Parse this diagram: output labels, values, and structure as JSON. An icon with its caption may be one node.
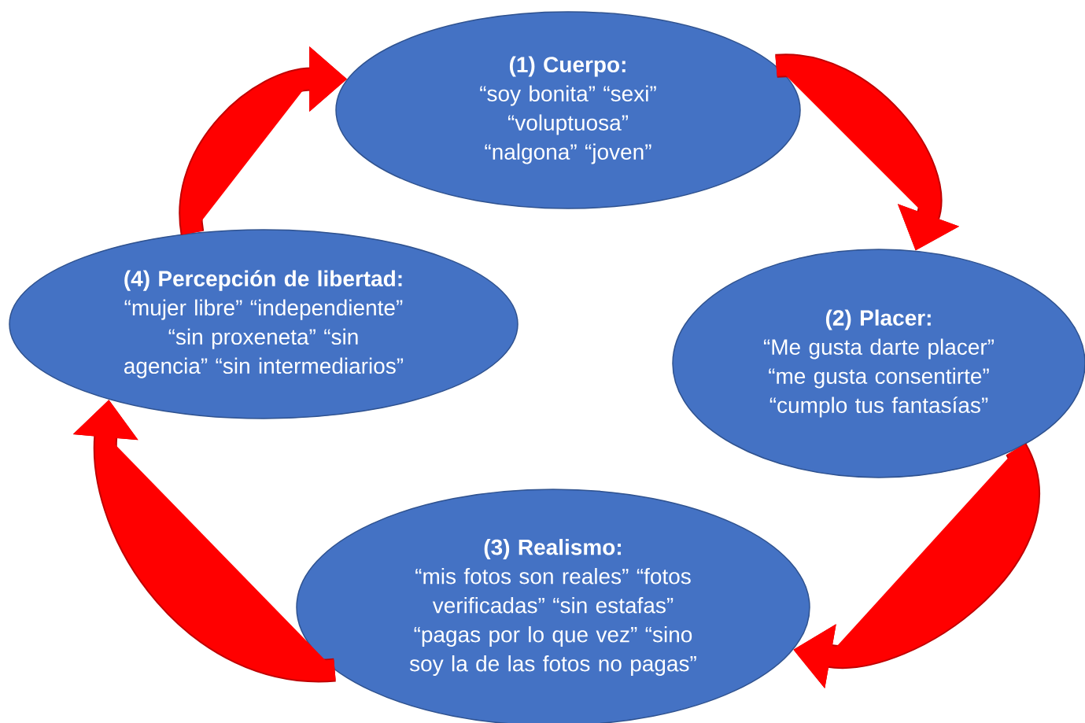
{
  "diagram": {
    "nodes": [
      {
        "text": [
          "(1) Cuerpo:",
          "“soy bonita” “sexi” “voluptuosa” “nalgona” “joven”"
        ]
      },
      {
        "text": [
          "(2) Placer:",
          "“Me gusta darte placer” “me gusta consentirte” “cumplo tus fantasías”"
        ]
      },
      {
        "text": [
          "(3) Realismo:",
          "“mis fotos son reales” “fotos verificadas” “sin estafas” “pagas por lo que vez” “sino soy la de las fotos no pagas”"
        ]
      },
      {
        "text": [
          "(4) Percepción de libertad:",
          "“mujer libre” “independiente” “sin proxeneta” “sin agencia” “sin intermediarios”"
        ]
      }
    ],
    "edges": [
      {
        "from": 0,
        "to": 1,
        "arrow": "to"
      },
      {
        "from": 1,
        "to": 2,
        "arrow": "to"
      },
      {
        "from": 2,
        "to": 3,
        "arrow": "to"
      },
      {
        "from": 3,
        "to": 0,
        "arrow": "to"
      }
    ]
  }
}
